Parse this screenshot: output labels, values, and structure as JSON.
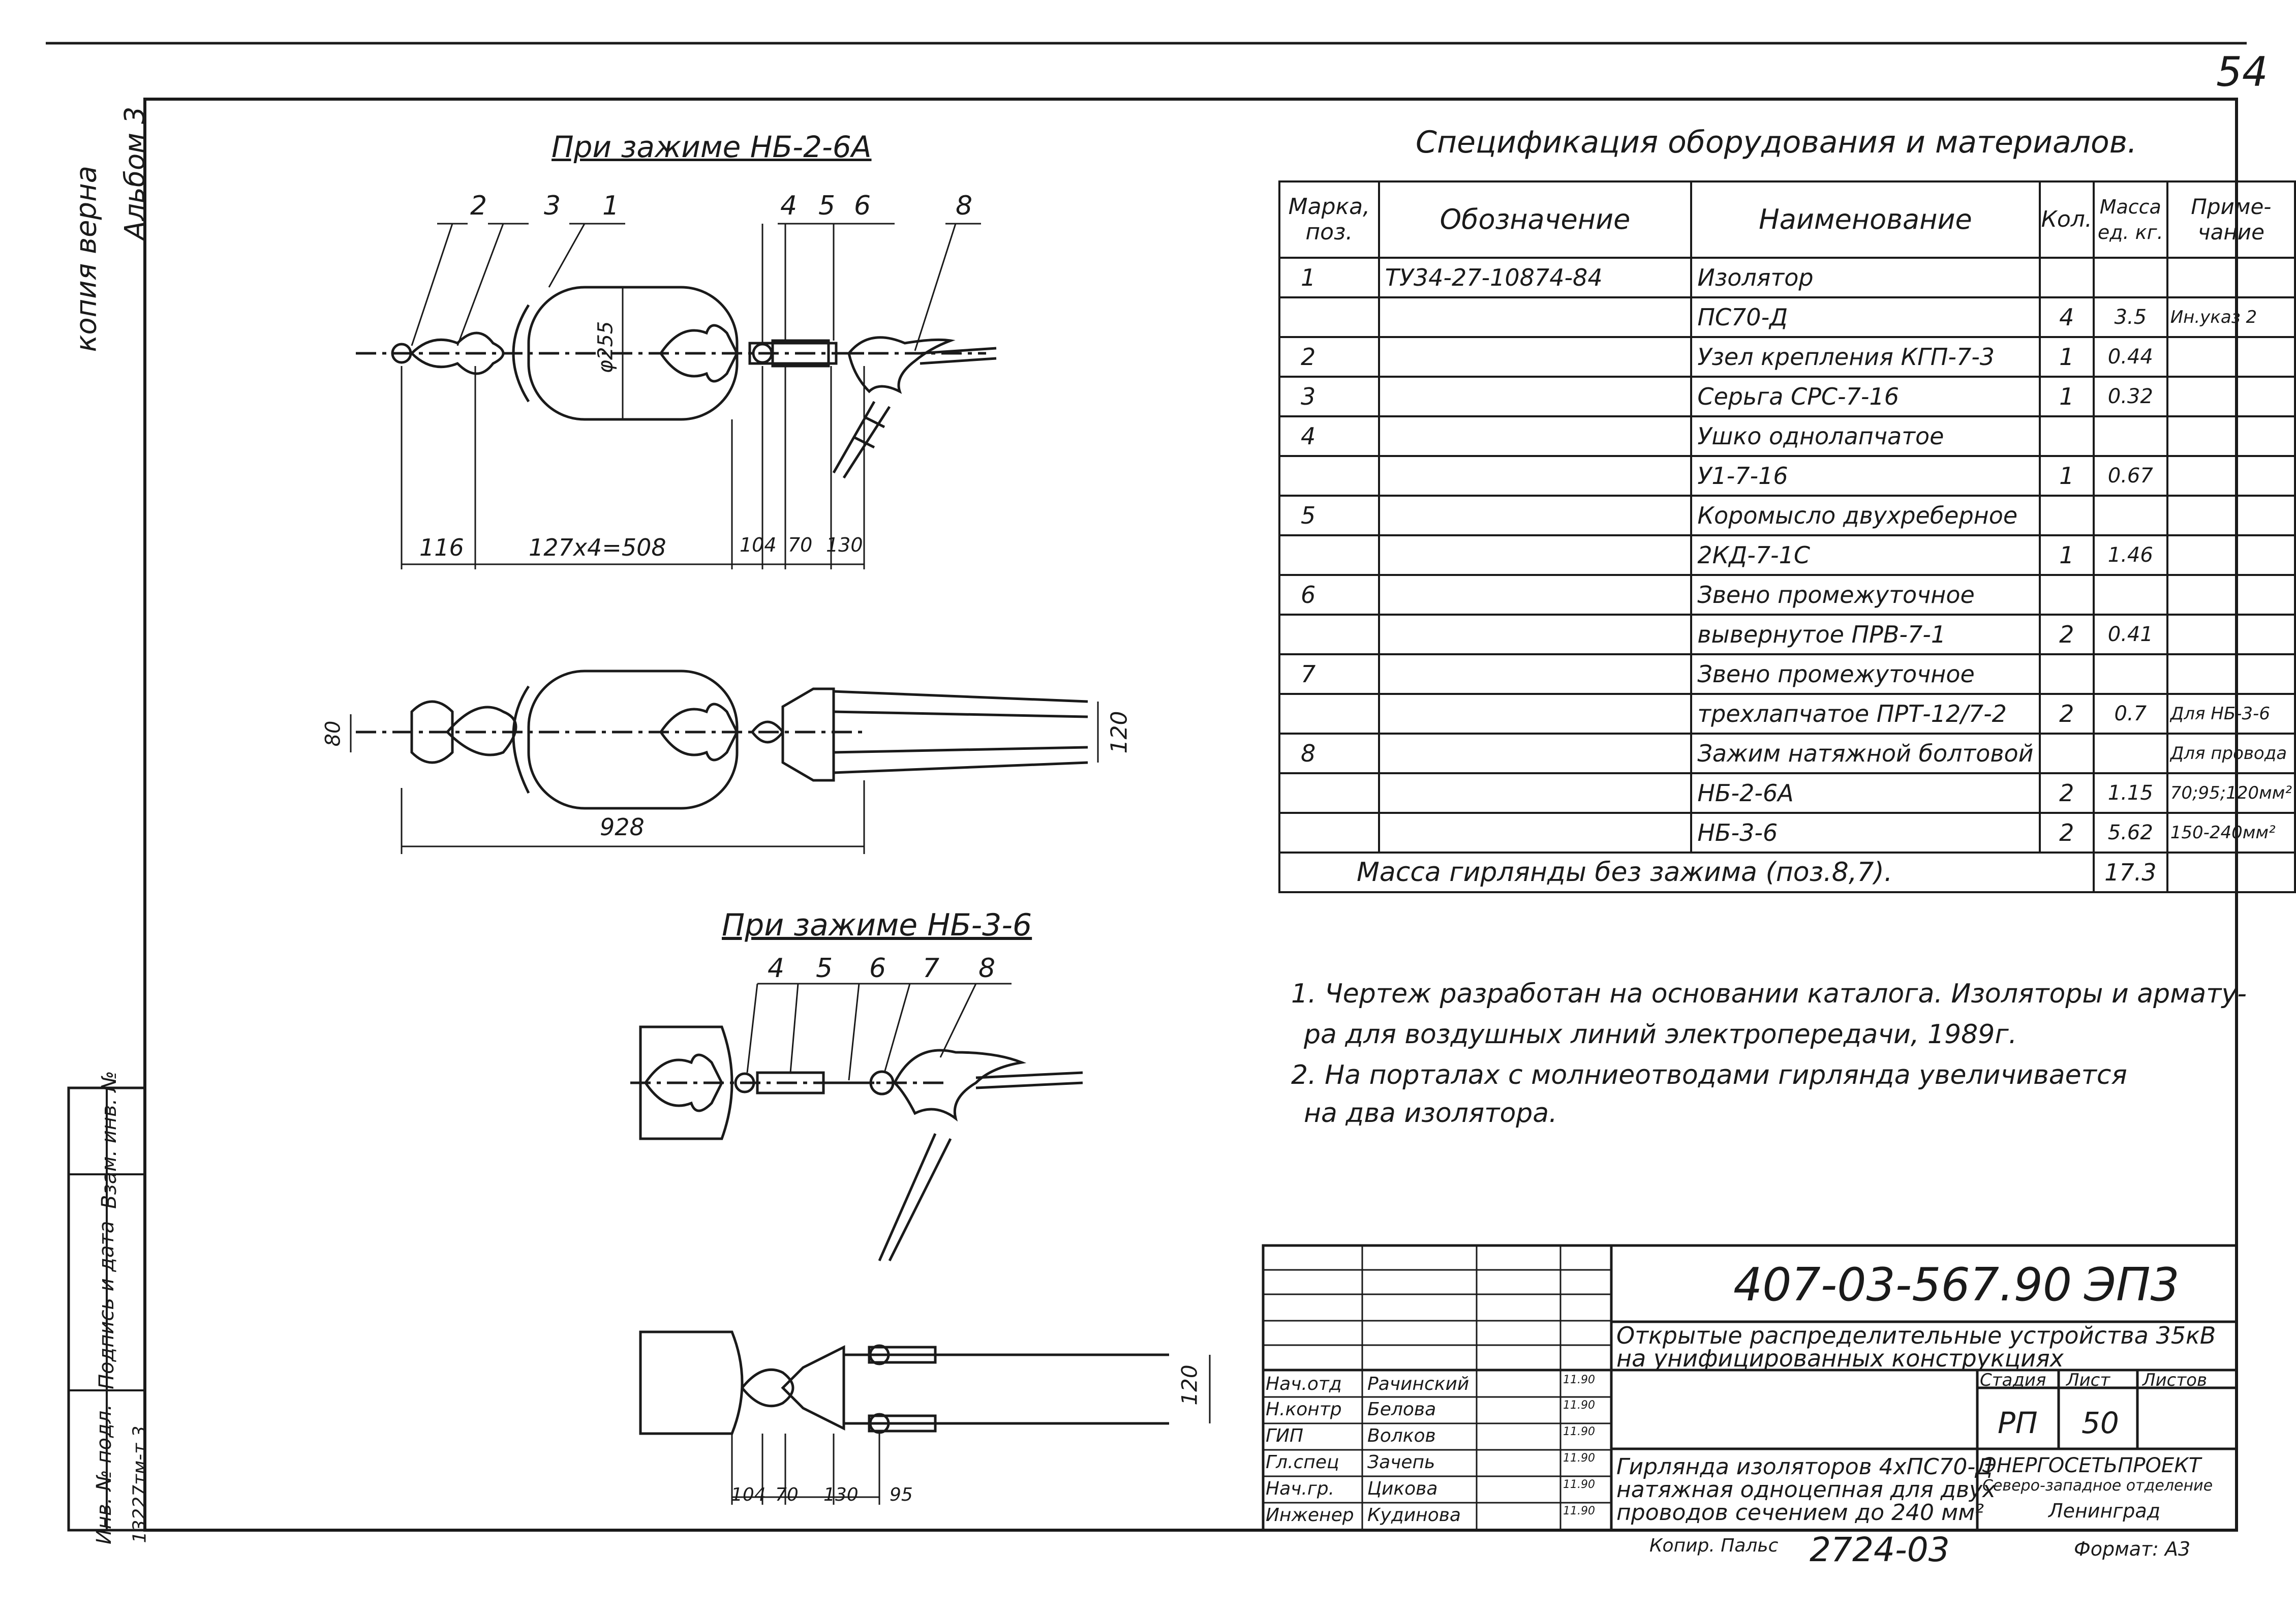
{
  "page_number": "54",
  "side_labels": {
    "copy_label": "копия верна",
    "album": "Альбом 3",
    "inv_no_label": "Инв. № подл.",
    "signature_label": "Подпись и дата",
    "replace_label": "Взам. инв. №",
    "inv_no_value": "13227тм-т.3"
  },
  "views": {
    "nb2_title": "При зажиме НБ-2-6А",
    "nb3_title": "При зажиме НБ-3-6",
    "nb2_callouts": [
      "2",
      "3",
      "1",
      "4",
      "5",
      "6",
      "8"
    ],
    "nb3_callouts": [
      "4",
      "5",
      "6",
      "7",
      "8"
    ],
    "dims_top": [
      "116",
      "127x4=508",
      "104",
      "70",
      "130"
    ],
    "diameter": "φ255",
    "dim_80": "80",
    "dim_120": "120",
    "dim_928": "928",
    "dims_bottom": [
      "104",
      "70",
      "130",
      "95"
    ],
    "dim_120_bottom": "120"
  },
  "specification": {
    "title": "Спецификация оборудования и материалов.",
    "headers": {
      "mark": "Марка, поз.",
      "designation": "Обозначение",
      "name": "Наименование",
      "qty": "Кол.",
      "mass": "Масса ед. кг.",
      "note": "Приме-чание"
    },
    "rows": [
      {
        "mark": "1",
        "designation": "ТУ34-27-10874-84",
        "name": "Изолятор",
        "qty": "",
        "mass": "",
        "note": ""
      },
      {
        "mark": "",
        "designation": "",
        "name": "ПС70-Д",
        "qty": "4",
        "mass": "3.5",
        "note": "Ин.указ 2"
      },
      {
        "mark": "2",
        "designation": "",
        "name": "Узел крепления КГП-7-3",
        "qty": "1",
        "mass": "0.44",
        "note": ""
      },
      {
        "mark": "3",
        "designation": "",
        "name": "Серьга СРС-7-16",
        "qty": "1",
        "mass": "0.32",
        "note": ""
      },
      {
        "mark": "4",
        "designation": "",
        "name": "Ушко однолапчатое",
        "qty": "",
        "mass": "",
        "note": ""
      },
      {
        "mark": "",
        "designation": "",
        "name": "У1-7-16",
        "qty": "1",
        "mass": "0.67",
        "note": ""
      },
      {
        "mark": "5",
        "designation": "",
        "name": "Коромысло двухреберное",
        "qty": "",
        "mass": "",
        "note": ""
      },
      {
        "mark": "",
        "designation": "",
        "name": "2КД-7-1С",
        "qty": "1",
        "mass": "1.46",
        "note": ""
      },
      {
        "mark": "6",
        "designation": "",
        "name": "Звено промежуточное",
        "qty": "",
        "mass": "",
        "note": ""
      },
      {
        "mark": "",
        "designation": "",
        "name": "вывернутое ПРВ-7-1",
        "qty": "2",
        "mass": "0.41",
        "note": ""
      },
      {
        "mark": "7",
        "designation": "",
        "name": "Звено промежуточное",
        "qty": "",
        "mass": "",
        "note": ""
      },
      {
        "mark": "",
        "designation": "",
        "name": "трехлапчатое ПРТ-12/7-2",
        "qty": "2",
        "mass": "0.7",
        "note": "Для НБ-3-6"
      },
      {
        "mark": "8",
        "designation": "",
        "name": "Зажим натяжной болтовой",
        "qty": "",
        "mass": "",
        "note": "Для провода"
      },
      {
        "mark": "",
        "designation": "",
        "name": "НБ-2-6А",
        "qty": "2",
        "mass": "1.15",
        "note": "70;95;120мм²"
      },
      {
        "mark": "",
        "designation": "",
        "name": "НБ-3-6",
        "qty": "2",
        "mass": "5.62",
        "note": "150-240мм²"
      }
    ],
    "total_label": "Масса гирлянды без зажима (поз.8,7).",
    "total_value": "17.3"
  },
  "notes": {
    "line1": "1. Чертеж разработан на основании каталога. Изоляторы и армату-",
    "line2": "ра для воздушных линий электропередачи, 1989г.",
    "line3": "2. На порталах с молниеотводами гирлянда увеличивается",
    "line4": "на два изолятора."
  },
  "title_block": {
    "code": "407-03-567.90",
    "mark": "ЭП3",
    "project_line1": "Открытые распределительные устройства 35кВ",
    "project_line2": "на унифицированных конструкциях",
    "stage_label": "Стадия",
    "sheet_label": "Лист",
    "sheets_label": "Листов",
    "stage": "РП",
    "sheet": "50",
    "drawing_line1": "Гирлянда изоляторов 4хПС70-Д",
    "drawing_line2": "натяжная одноцепная для двух",
    "drawing_line3": "проводов сечением до 240 мм²",
    "org_line1": "ЭНЕРГОСЕТЬПРОЕКТ",
    "org_line2": "Северо-западное отделение",
    "org_line3": "Ленинград",
    "staff": [
      {
        "role": "Нач.отд",
        "name": "Рачинский",
        "date": "11.90"
      },
      {
        "role": "Н.контр",
        "name": "Белова",
        "date": "11.90"
      },
      {
        "role": "ГИП",
        "name": "Волков",
        "date": "11.90"
      },
      {
        "role": "Гл.спец",
        "name": "Зачепь",
        "date": "11.90"
      },
      {
        "role": "Нач.гр.",
        "name": "Цикова",
        "date": "11.90"
      },
      {
        "role": "Инженер",
        "name": "Кудинова",
        "date": "11.90"
      }
    ],
    "copied_label": "Копир. Пальс",
    "copy_number": "2724-03",
    "format_label": "Формат: А3"
  }
}
